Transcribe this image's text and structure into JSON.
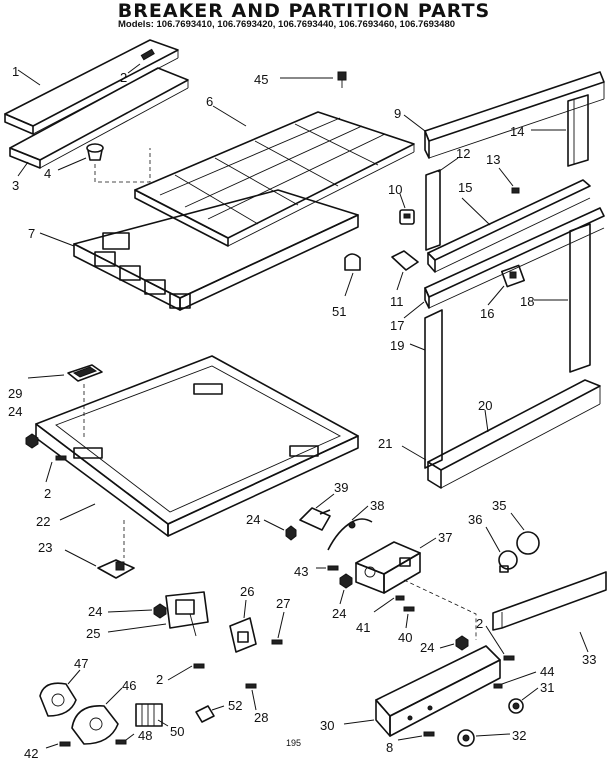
{
  "header": {
    "title": "BREAKER AND PARTITION PARTS",
    "models": "Models: 106.7693410, 106.7693420, 106.7693440, 106.7693460, 106.7693480"
  },
  "callouts": {
    "c1": "1",
    "c2a": "2",
    "c2b": "2",
    "c2c": "2",
    "c2d": "2",
    "c3": "3",
    "c4": "4",
    "c6": "6",
    "c7": "7",
    "c8": "8",
    "c9": "9",
    "c10": "10",
    "c11": "11",
    "c12": "12",
    "c13": "13",
    "c14": "14",
    "c15": "15",
    "c16": "16",
    "c17": "17",
    "c18": "18",
    "c19": "19",
    "c20": "20",
    "c21": "21",
    "c22": "22",
    "c23": "23",
    "c24a": "24",
    "c24b": "24",
    "c24c": "24",
    "c24d": "24",
    "c24e": "24",
    "c25": "25",
    "c26": "26",
    "c27": "27",
    "c28": "28",
    "c29": "29",
    "c30": "30",
    "c31": "31",
    "c32": "32",
    "c33": "33",
    "c35": "35",
    "c36": "36",
    "c37": "37",
    "c38": "38",
    "c39": "39",
    "c40": "40",
    "c41": "41",
    "c42": "42",
    "c43": "43",
    "c44": "44",
    "c45": "45",
    "c46": "46",
    "c47": "47",
    "c48": "48",
    "c50": "50",
    "c51": "51",
    "c52": "52"
  },
  "footer": {
    "code": "195"
  }
}
